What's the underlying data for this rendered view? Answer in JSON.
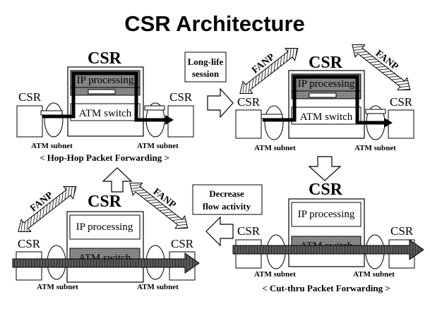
{
  "slide": {
    "title": "CSR Architecture"
  },
  "panels": {
    "top_left": {
      "csr_heading": "CSR",
      "ip_label": "IP processing",
      "atm_label": "ATM switch",
      "left_csr": "CSR",
      "right_csr": "CSR",
      "left_subnet": "ATM subnet",
      "right_subnet": "ATM subnet",
      "caption": "< Hop-Hop Packet Forwarding >"
    },
    "top_right": {
      "csr_heading": "CSR",
      "ip_label": "IP processing",
      "atm_label": "ATM switch",
      "left_csr": "CSR",
      "right_csr": "CSR",
      "left_subnet": "ATM subnet",
      "right_subnet": "ATM subnet",
      "fanp_left": "FANP",
      "fanp_right": "FANP"
    },
    "bottom_right": {
      "csr_heading": "CSR",
      "ip_label": "IP processing",
      "atm_label": "ATM switch",
      "left_csr": "CSR",
      "right_csr": "CSR",
      "left_subnet": "ATM subnet",
      "right_subnet": "ATM subnet",
      "caption": "< Cut-thru Packet Forwarding >"
    },
    "bottom_left": {
      "csr_heading": "CSR",
      "ip_label": "IP processing",
      "atm_label": "ATM switch",
      "left_csr": "CSR",
      "right_csr": "CSR",
      "left_subnet": "ATM subnet",
      "right_subnet": "ATM subnet",
      "fanp_left": "FANP",
      "fanp_right": "FANP"
    }
  },
  "transitions": {
    "long_life_line1": "Long-life",
    "long_life_line2": "session",
    "decrease_line1": "Decrease",
    "decrease_line2": "flow activity"
  },
  "colors": {
    "shade": "#7f7f7f",
    "ink": "#000000",
    "paper": "#ffffff",
    "stream": "#555555"
  }
}
